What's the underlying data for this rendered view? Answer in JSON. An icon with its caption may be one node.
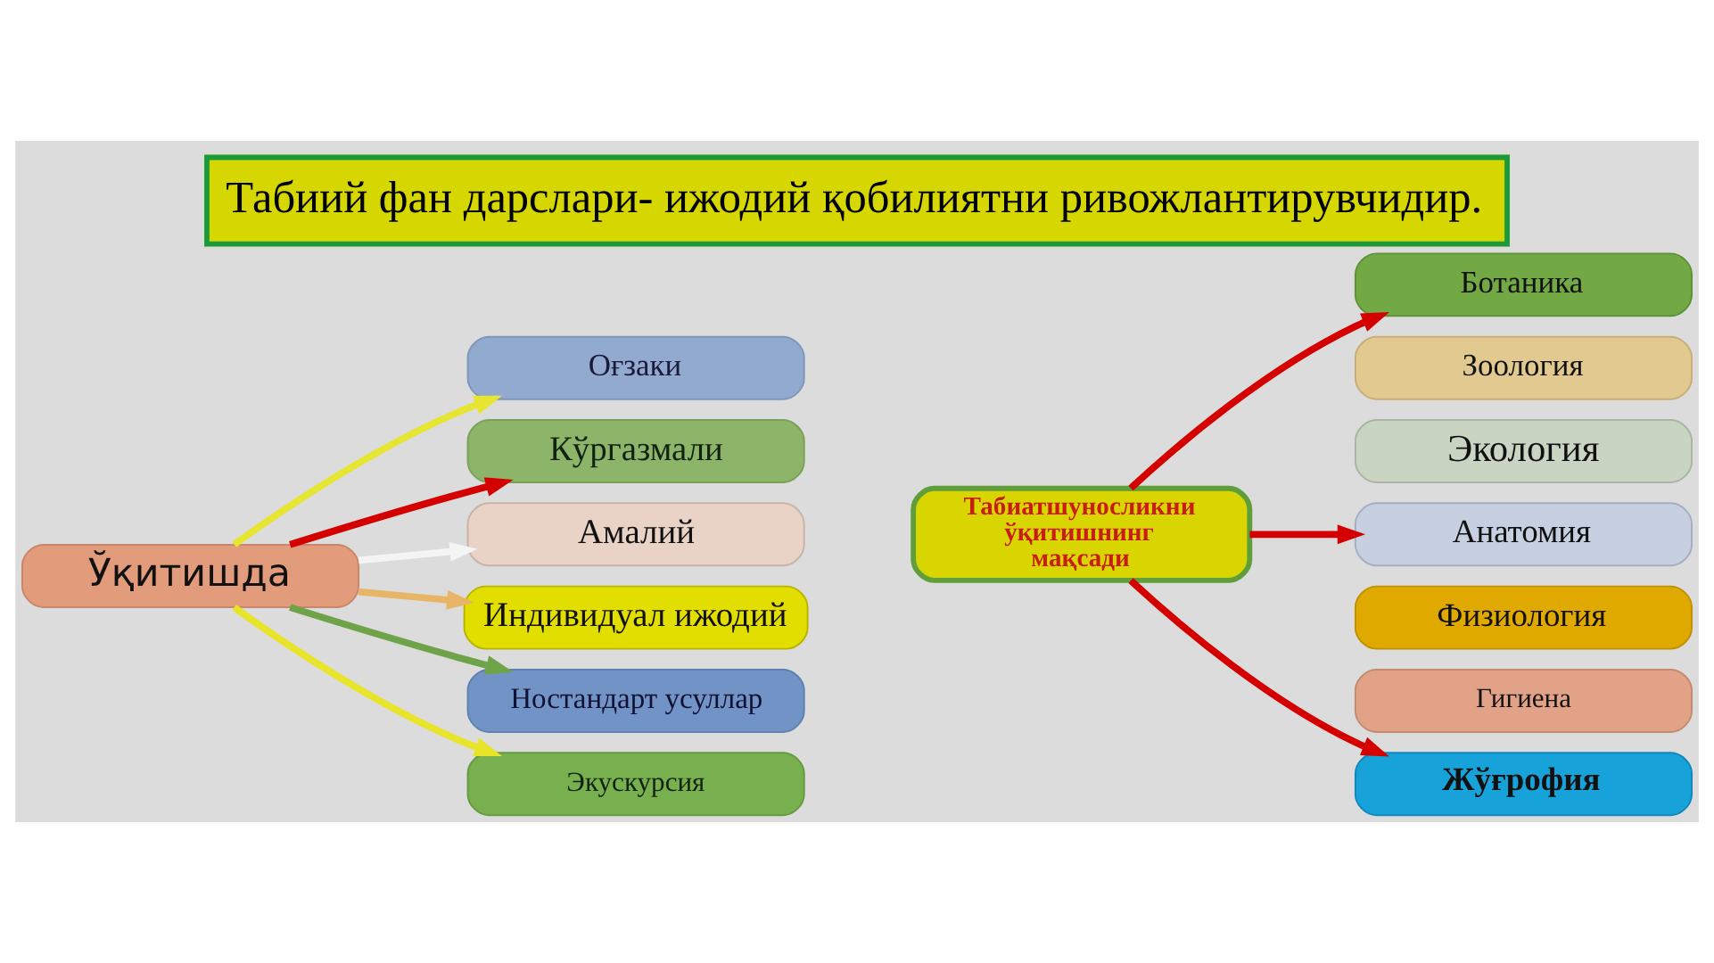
{
  "diagram": {
    "title": "Табиий фан дарслари- ижодий қобилиятни ривожлантирувчидир.",
    "nodes": [
      {
        "text": [
          "Ўқитишда"
        ]
      },
      {
        "text": [
          "Оғзаки"
        ]
      },
      {
        "text": [
          "Кўргазмали"
        ]
      },
      {
        "text": [
          "Амалий"
        ]
      },
      {
        "text": [
          "Индивидуал ижодий"
        ]
      },
      {
        "text": [
          "Ностандарт усуллар"
        ]
      },
      {
        "text": [
          "Экускурсия"
        ]
      },
      {
        "text": [
          "Табиатшуносликни ўқитишнинг мақсади"
        ]
      },
      {
        "text": [
          "Ботаника"
        ]
      },
      {
        "text": [
          "Зоология"
        ]
      },
      {
        "text": [
          "Экология"
        ]
      },
      {
        "text": [
          "Анатомия"
        ]
      },
      {
        "text": [
          "Физиология"
        ]
      },
      {
        "text": [
          "Гигиена"
        ]
      },
      {
        "text": [
          "Жўғрофия"
        ]
      }
    ],
    "edges": [
      {
        "from": 0,
        "to": 1,
        "arrow": "to",
        "color": "#e6e632"
      },
      {
        "from": 0,
        "to": 2,
        "arrow": "to"
      },
      {
        "from": 0,
        "to": 3,
        "arrow": "to",
        "color": "#f4f4f4"
      },
      {
        "from": 0,
        "to": 4,
        "arrow": "to",
        "color": "#e8b468"
      },
      {
        "from": 0,
        "to": 5,
        "arrow": "to",
        "color": "#6fa34a"
      },
      {
        "from": 0,
        "to": 6,
        "arrow": "to",
        "color": "#e8e42a"
      },
      {
        "from": 7,
        "to": 8,
        "arrow": "to"
      },
      {
        "from": 7,
        "to": 11,
        "arrow": "to"
      },
      {
        "from": 7,
        "to": 14,
        "arrow": "to"
      }
    ]
  }
}
